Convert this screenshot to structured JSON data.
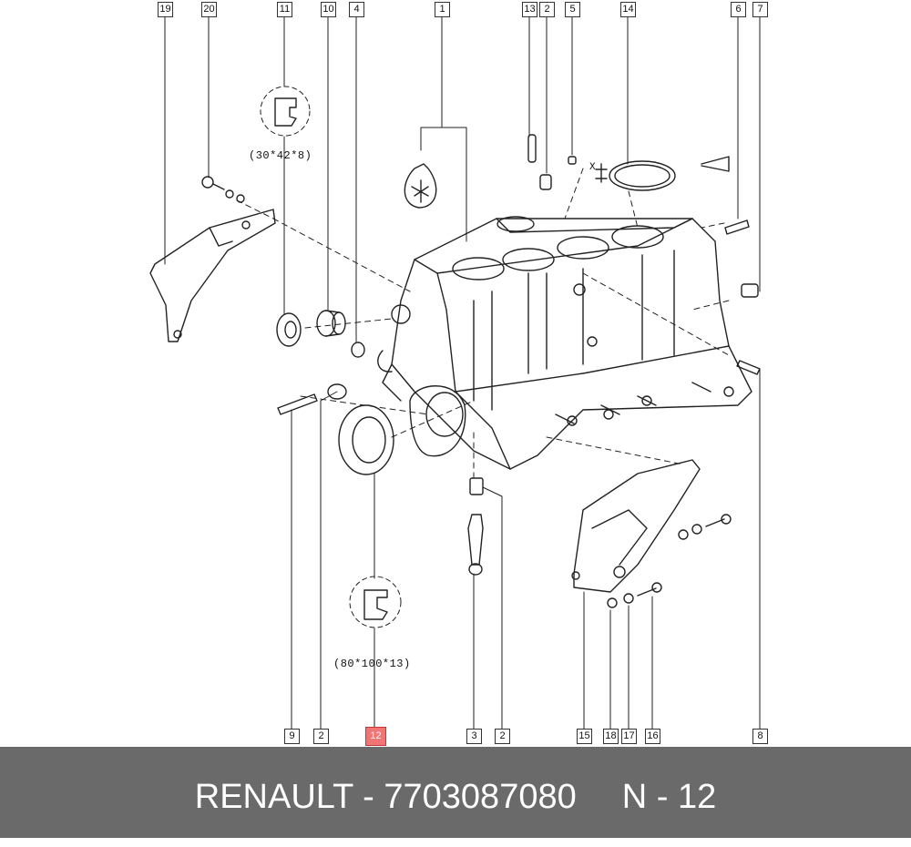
{
  "callouts_top": [
    "19",
    "20",
    "11",
    "10",
    "4",
    "1",
    "13",
    "2",
    "5",
    "14",
    "6",
    "7"
  ],
  "callouts_bottom": [
    "9",
    "2",
    "12",
    "3",
    "2",
    "15",
    "18",
    "17",
    "16",
    "8"
  ],
  "highlighted_callout": "12",
  "dimension_labels": {
    "upper_seal": "(30*42*8)",
    "lower_seal": "(80*100*13)",
    "gauge_mark": "X"
  },
  "footer": {
    "brand": "RENAULT",
    "separator": " - ",
    "part_number": "7703087080",
    "ref_prefix": "N - ",
    "ref_number": "12"
  },
  "colors": {
    "footer_bg": "#6a6a6a",
    "highlight": "#f07575",
    "line": "#222222"
  }
}
